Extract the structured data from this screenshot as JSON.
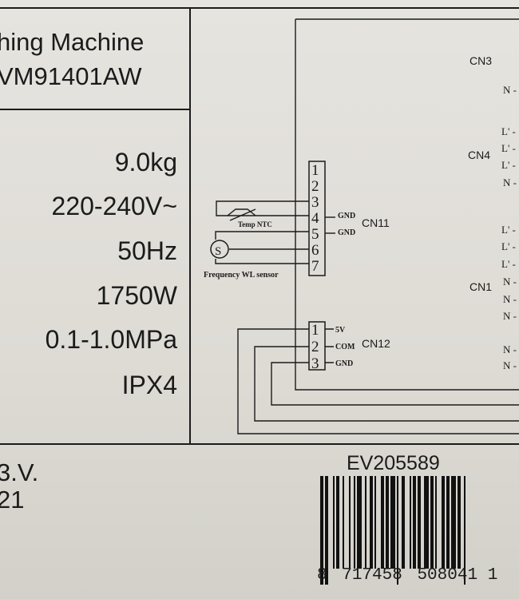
{
  "header": {
    "title_line1": "hing Machine",
    "title_line2": "VM91401AW"
  },
  "specs": [
    {
      "value": "9.0kg"
    },
    {
      "value": "220-240V~"
    },
    {
      "value": "50Hz"
    },
    {
      "value": "1750W"
    },
    {
      "value": "0.1-1.0MPa"
    },
    {
      "value": "IPX4"
    }
  ],
  "footer": {
    "left_line1": "3.V.",
    "left_line2": "21",
    "serial": "EV205589",
    "barcode_first_digit": "8",
    "barcode_group1": "717458",
    "barcode_group2": "508041",
    "barcode_last": "1"
  },
  "wiring": {
    "cn11_pins": [
      "1",
      "2",
      "3",
      "4",
      "5",
      "6",
      "7"
    ],
    "cn12_pins": [
      "1",
      "2",
      "3"
    ],
    "cn11_label": "CN11",
    "cn12_label": "CN12",
    "cn1_label": "CN1",
    "cn3_label": "CN3",
    "cn4_label": "CN4",
    "gnd_label": "GND",
    "v5_label": "5V",
    "com_label": "COM",
    "temp_ntc_label": "Temp NTC",
    "frequency_sensor_label": "Frequency WL sensor",
    "right_edge_labels": [
      "N -",
      "L' -",
      "L' -",
      "L' -",
      "N -",
      "L' -",
      "L' -",
      "L' -",
      "N -",
      "N -",
      "N -",
      "N -",
      "N -"
    ]
  }
}
